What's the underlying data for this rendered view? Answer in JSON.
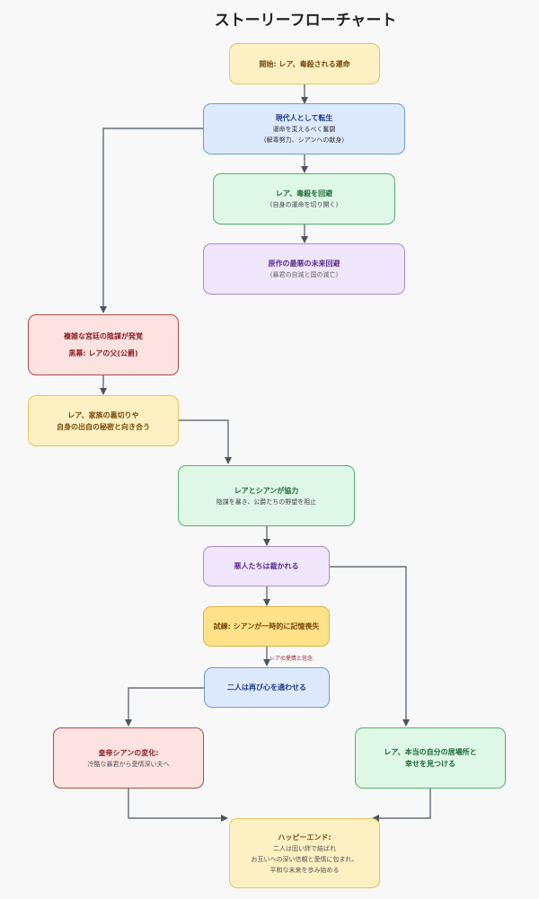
{
  "title": "ストーリーフローチャート",
  "nodes": {
    "start": {
      "title": "開始: レア、毒殺される運命"
    },
    "reincarnate": {
      "title": "現代人として転生",
      "sub1": "運命を変えるべく奮闘",
      "sub2": "(解毒努力、シアンへの献身)"
    },
    "avoid_poison": {
      "title": "レア、毒殺を回避",
      "sub1": "(自身の運命を切り開く)"
    },
    "avoid_future": {
      "title": "原作の最悪の未来回避",
      "sub1": "(暴君の自滅と国の滅亡)"
    },
    "conspiracy": {
      "title": "複雑な宮廷の陰謀が発覚",
      "title2": "黒幕: レアの父(公爵)"
    },
    "betrayal": {
      "title": "レア、家族の裏切りや",
      "title2": "自身の出自の秘密と向き合う"
    },
    "cooperate": {
      "title": "レアとシアンが協力",
      "sub1": "陰謀を暴き、公爵たちの野望を阻止"
    },
    "judged": {
      "title": "悪人たちは裁かれる"
    },
    "trial": {
      "title": "試練: シアンが一時的に記憶喪失"
    },
    "reconnect": {
      "title": "二人は再び心を通わせる"
    },
    "emperor": {
      "title": "皇帝シアンの変化:",
      "sub1": "冷酷な暴君から愛情深い夫へ"
    },
    "find_place": {
      "title": "レア、本当の自分の居場所と",
      "title2": "幸せを見つける"
    },
    "happy_end": {
      "title": "ハッピーエンド:",
      "sub1": "二人は固い絆で結ばれ",
      "sub2": "お互いへの深い信頼と愛情に包まれ、",
      "sub3": "平和な未来を歩み始める"
    }
  },
  "edge_labels": {
    "trial_to_reconnect": "レアの愛情と信念"
  },
  "colors": {
    "edge": "#4a5563"
  }
}
